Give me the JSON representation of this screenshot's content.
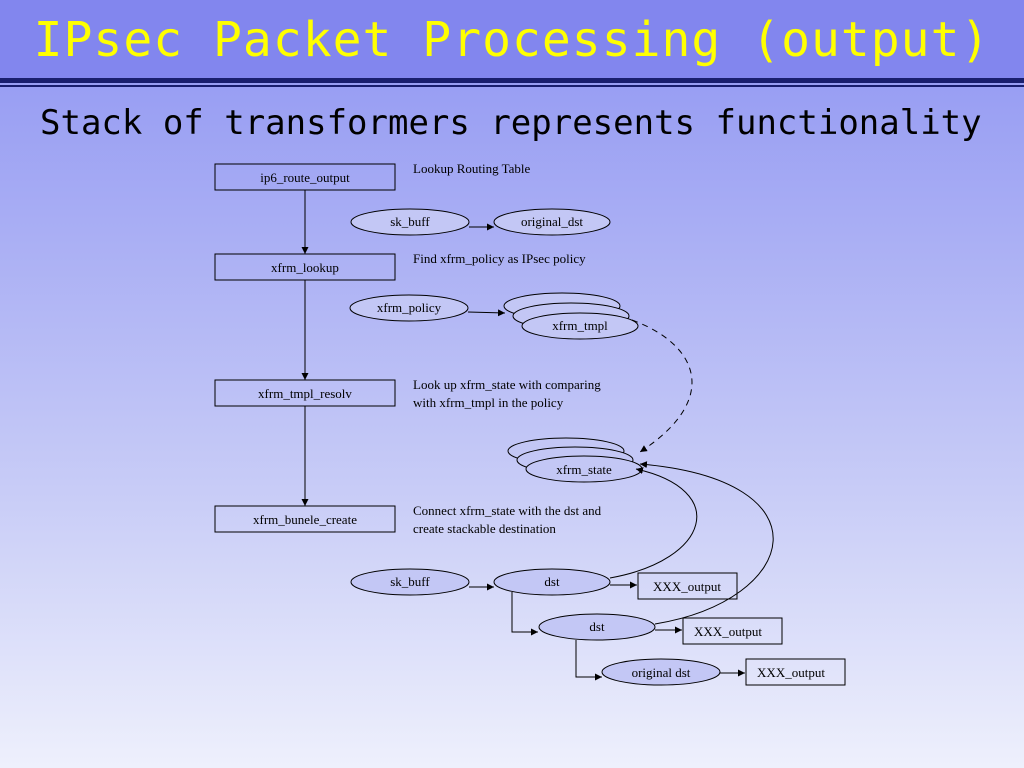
{
  "title": "IPsec Packet Processing (output)",
  "subtitle": "Stack of transformers represents functionality",
  "nodes": {
    "ip6_route_output": "ip6_route_output",
    "xfrm_lookup": "xfrm_lookup",
    "xfrm_tmpl_resolv": "xfrm_tmpl_resolv",
    "xfrm_bunele_create": "xfrm_bunele_create",
    "sk_buff_1": "sk_buff",
    "original_dst_1": "original_dst",
    "xfrm_policy": "xfrm_policy",
    "xfrm_tmpl": "xfrm_tmpl",
    "xfrm_state": "xfrm_state",
    "sk_buff_2": "sk_buff",
    "dst_1": "dst",
    "dst_2": "dst",
    "original_dst_2": "original dst",
    "xxx_output_1": "XXX_output",
    "xxx_output_2": "XXX_output",
    "xxx_output_3": "XXX_output"
  },
  "notes": {
    "lookup_routing": "Lookup Routing Table",
    "find_policy": "Find xfrm_policy as IPsec policy",
    "look_up_state_1": "Look up xfrm_state with comparing",
    "look_up_state_2": "with xfrm_tmpl in the policy",
    "connect_1": "Connect xfrm_state with the dst and",
    "connect_2": "create stackable destination"
  },
  "colors": {
    "title_text": "#ffff00",
    "title_bar": "#8286ee",
    "title_rule": "#1a1f6e"
  }
}
